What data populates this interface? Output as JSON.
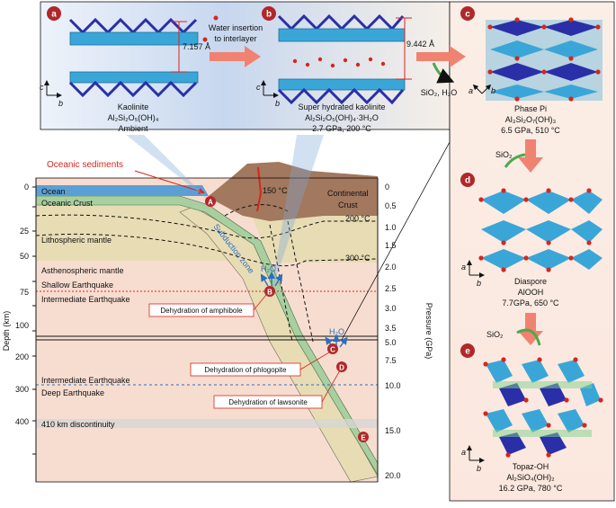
{
  "colors": {
    "ocean": "#5aa0d6",
    "crust_green": "#a8cfa0",
    "mantle_tan": "#e8dcb4",
    "asthenosphere": "#f7ddd0",
    "continental": "#a2785e",
    "red_label": "#d7261e",
    "crystal_blue": "#3aa6d8",
    "crystal_dark": "#2a2fa8",
    "arrow_pink": "#f08272"
  },
  "panels": {
    "a": {
      "badge": "a",
      "spacing": "7.157 Å",
      "name": "Kaolinite",
      "formula": "Al₂Si₂O₅(OH)₄",
      "condition": "Ambient",
      "axis_c": "c",
      "axis_b": "b"
    },
    "water_arrow": {
      "line1": "Water insertion",
      "line2": "to interlayer"
    },
    "b": {
      "badge": "b",
      "spacing": "9.442 Å",
      "name": "Super hydrated kaolinite",
      "formula": "Al₂Si₂O₅(OH)₄·3H₂O",
      "condition": "2.7 GPa, 200 °C",
      "axis_c": "c",
      "axis_b": "b"
    },
    "sio2_h2o": "SiO₂, H₂O",
    "c": {
      "badge": "c",
      "name": "Phase Pi",
      "formula": "Al₃Si₂O₇(OH)₃",
      "condition": "6.5 GPa, 510 °C",
      "axis_a": "a",
      "axis_b": "b"
    },
    "sio2_1": "SiO₂",
    "d": {
      "badge": "d",
      "name": "Diaspore",
      "formula": "AlOOH",
      "condition": "7.7GPa, 650 °C",
      "axis_a": "a",
      "axis_b": "b"
    },
    "sio2_2": "SiO₂",
    "e": {
      "badge": "e",
      "name": "Topaz-OH",
      "formula": "Al₂SiO₄(OH)₂",
      "condition": "16.2 GPa, 780 °C",
      "axis_a": "a",
      "axis_b": "b"
    }
  },
  "section": {
    "depth_axis_label": "Depth (km)",
    "depth_ticks": [
      "0",
      "25",
      "50",
      "75",
      "100",
      "200",
      "300",
      "400"
    ],
    "pressure_axis_label": "Pressure (GPa)",
    "pressure_ticks": [
      "0",
      "0.5",
      "1.0",
      "1.5",
      "2.0",
      "2.5",
      "3.0",
      "3.5",
      "5.0",
      "7.5",
      "10.0",
      "15.0",
      "20.0"
    ],
    "labels": {
      "oceanic_sediments": "Oceanic sediments",
      "ocean": "Ocean",
      "oceanic_crust": "Oceanic Crust",
      "lithospheric_mantle": "Lithospheric mantle",
      "asthenospheric_mantle": "Asthenospheric mantle",
      "shallow_eq": "Shallow Earthquake",
      "intermediate_eq_1": "Intermediate Earthquake",
      "intermediate_eq_2": "Intermediate Earthquake",
      "deep_eq": "Deep Earthquake",
      "discontinuity": "410 km discontinuity",
      "continental_crust_1": "Continental",
      "continental_crust_2": "Crust",
      "subduction_zone": "Subduction zone",
      "t150": "150 °C",
      "t200": "200 °C",
      "t300": "300 °C",
      "h2o_1": "H₂O",
      "h2o_2": "H₂O"
    },
    "markers": [
      "A",
      "B",
      "C",
      "D",
      "E"
    ],
    "callouts": {
      "amphibole": "Dehydration of amphibole",
      "phlogopite": "Dehydration of phlogopite",
      "lawsonite": "Dehydration of lawsonite"
    }
  }
}
